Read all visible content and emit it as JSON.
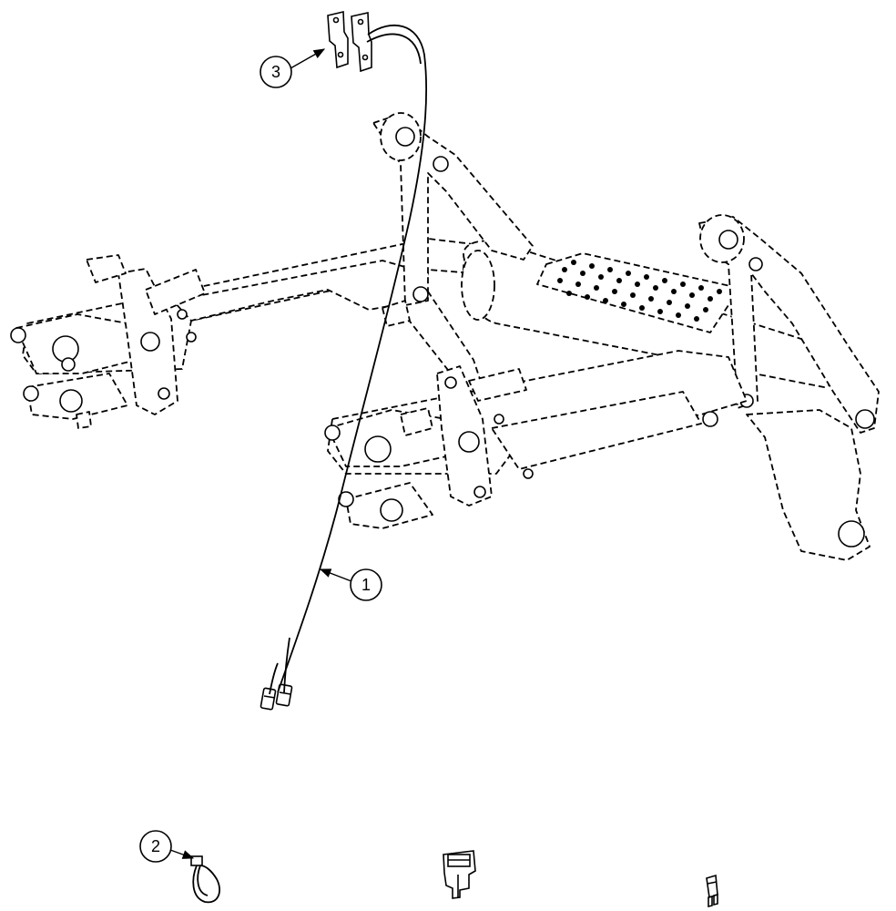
{
  "callouts": [
    {
      "label": "1",
      "part": "wiring-harness"
    },
    {
      "label": "2",
      "part": "cable-tie"
    },
    {
      "label": "3",
      "part": "mounting-bracket"
    }
  ]
}
